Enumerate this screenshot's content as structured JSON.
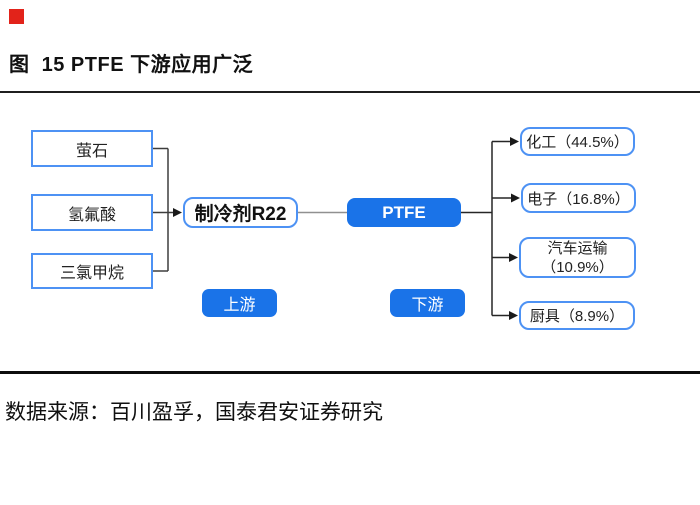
{
  "palette": {
    "node_fill_blue": "#1A73E8",
    "node_border_blue": "#4D92F4",
    "marker_red": "#E2231A",
    "connector_dark": "#3d3d3d",
    "connector_gray": "#909090"
  },
  "header": {
    "title": "图  15 PTFE 下游应用广泛"
  },
  "diagram": {
    "upstream_nodes": [
      {
        "label": "萤石"
      },
      {
        "label": "氢氟酸"
      },
      {
        "label": "三氯甲烷"
      }
    ],
    "intermediate_node": {
      "label": "制冷剂R22"
    },
    "product_node": {
      "label": "PTFE"
    },
    "downstream_nodes": [
      {
        "line1": "化工（44.5%）"
      },
      {
        "line1": "电子（16.8%）"
      },
      {
        "line1": "汽车运输",
        "line2": "（10.9%）"
      },
      {
        "line1": "厨具（8.9%）"
      }
    ],
    "stage_labels": {
      "upstream": "上游",
      "downstream": "下游"
    }
  },
  "footer": {
    "source": "数据来源：百川盈孚，国泰君安证券研究"
  }
}
